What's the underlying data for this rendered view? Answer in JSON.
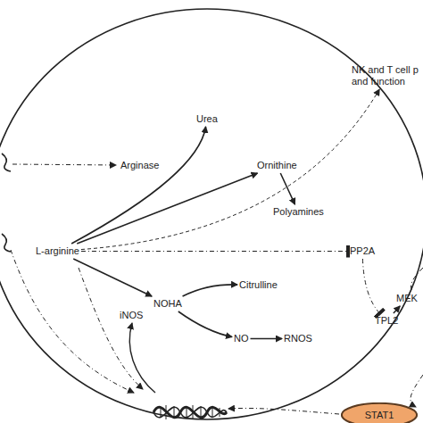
{
  "diagram": {
    "nodes": [
      {
        "text": [
          "NK and T cell p and function"
        ]
      },
      {
        "text": [
          "Arginase"
        ]
      },
      {
        "text": [
          "Urea"
        ]
      },
      {
        "text": [
          "Ornithine"
        ]
      },
      {
        "text": [
          "Polyamines"
        ]
      },
      {
        "text": [
          "L-arginine"
        ]
      },
      {
        "text": [
          "PP2A"
        ]
      },
      {
        "text": [
          "MEK"
        ]
      },
      {
        "text": [
          "TPL2"
        ]
      },
      {
        "text": [
          "iNOS"
        ]
      },
      {
        "text": [
          "NOHA"
        ]
      },
      {
        "text": [
          "Citrulline"
        ]
      },
      {
        "text": [
          "NO"
        ]
      },
      {
        "text": [
          "RNOS"
        ]
      },
      {
        "text": [
          "STAT1"
        ]
      }
    ],
    "edges": [
      {
        "from": 5,
        "to": 3,
        "arrow": "to"
      },
      {
        "from": 5,
        "to": 2,
        "arrow": "to"
      },
      {
        "from": 3,
        "to": 4,
        "arrow": "to"
      },
      {
        "from": 5,
        "to": 6,
        "arrow": "to"
      },
      {
        "from": 5,
        "to": 0,
        "arrow": "to"
      },
      {
        "from": 5,
        "to": 10,
        "arrow": "to"
      },
      {
        "from": 10,
        "to": 11,
        "arrow": "to"
      },
      {
        "from": 10,
        "to": 12,
        "arrow": "to"
      },
      {
        "from": 12,
        "to": 13,
        "arrow": "to"
      },
      {
        "from": 6,
        "to": 8,
        "arrow": "to"
      },
      {
        "from": 8,
        "to": 7,
        "arrow": "to"
      }
    ]
  }
}
